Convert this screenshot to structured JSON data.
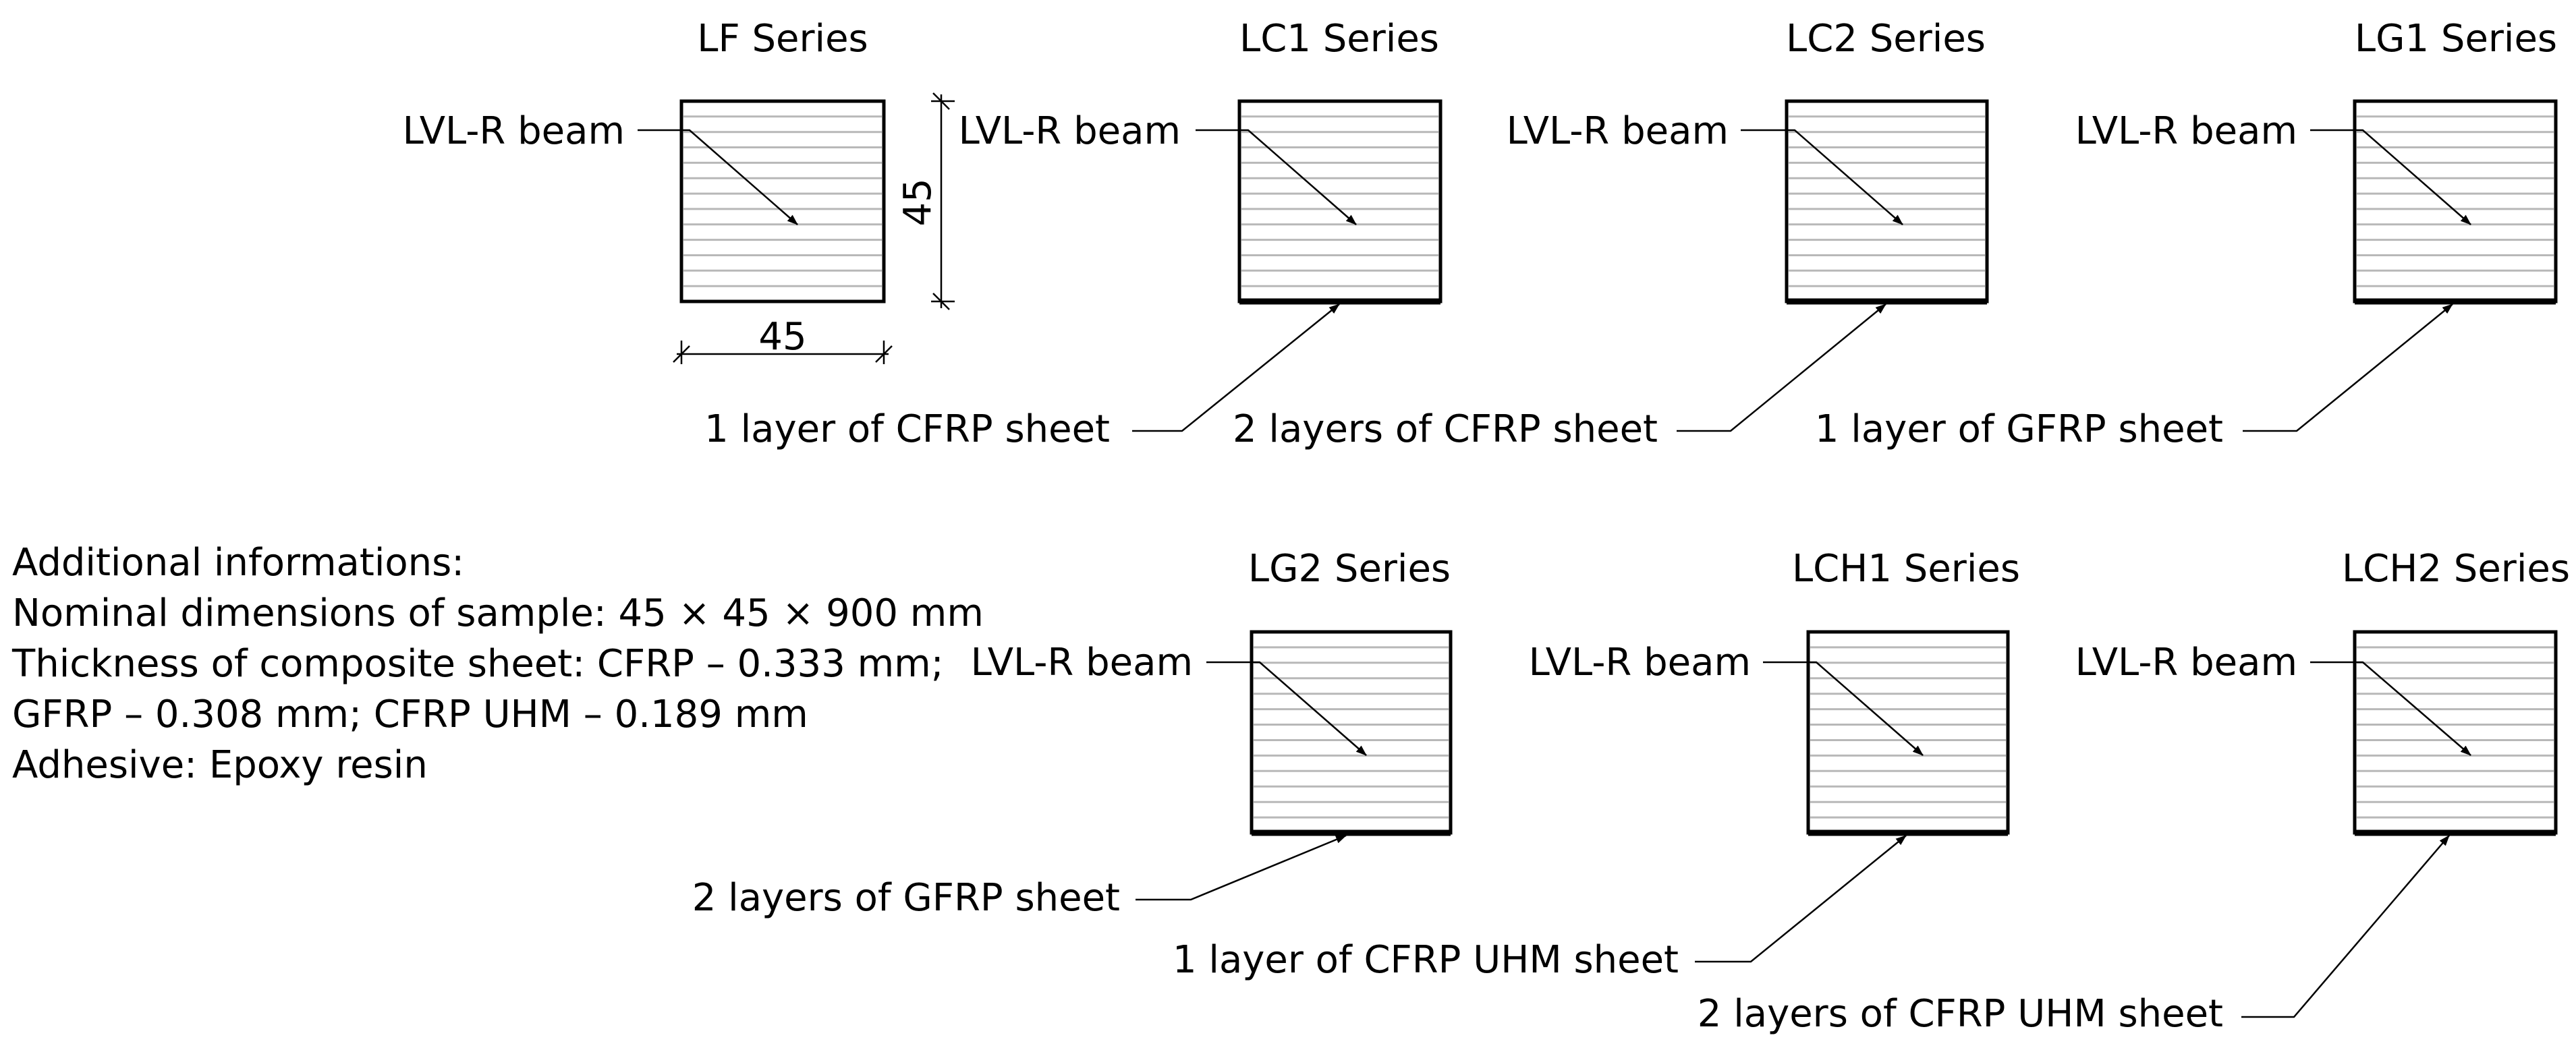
{
  "diagram": {
    "beam_label": "LVL-R beam",
    "dimension_width": "45",
    "dimension_height": "45",
    "specimens": [
      {
        "id": "lf",
        "title": "LF Series",
        "sheet_label": "1 layer of CFRP sheet"
      },
      {
        "id": "lc1",
        "title": "LC1 Series",
        "sheet_label": "2 layers of CFRP sheet"
      },
      {
        "id": "lc2",
        "title": "LC2 Series",
        "sheet_label": "1 layer of GFRP sheet"
      },
      {
        "id": "lg1",
        "title": "LG1 Series",
        "sheet_label": ""
      },
      {
        "id": "lg2",
        "title": "LG2 Series",
        "sheet_label": "2 layers of GFRP sheet"
      },
      {
        "id": "lch1",
        "title": "LCH1 Series",
        "sheet_label": "1 layer of CFRP UHM sheet"
      },
      {
        "id": "lch2",
        "title": "LCH2 Series",
        "sheet_label": "2 layers of CFRP UHM sheet"
      }
    ],
    "notes": [
      "Additional informations:",
      "Nominal dimensions of sample: 45 × 45 × 900 mm",
      "Thickness of composite sheet: CFRP – 0.333 mm;",
      "GFRP – 0.308 mm; CFRP UHM – 0.189 mm",
      "Adhesive: Epoxy resin"
    ]
  }
}
